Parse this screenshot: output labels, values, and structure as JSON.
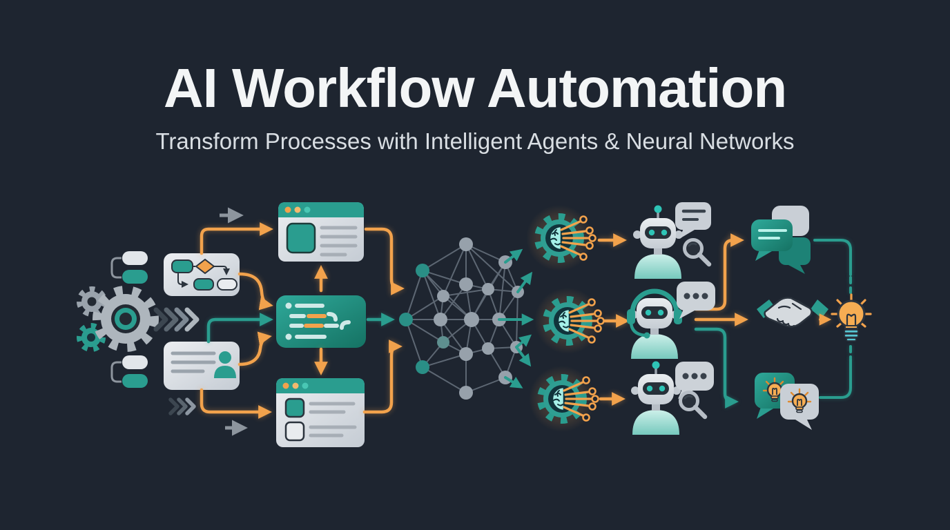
{
  "header": {
    "title": "AI Workflow Automation",
    "subtitle": "Transform Processes with Intelligent Agents & Neural Networks"
  },
  "colors": {
    "bg": "#1e2530",
    "teal": "#2a9d8f",
    "teal-dark": "#1d8276",
    "teal-light": "#a5efe7",
    "orange": "#f2a24c",
    "orange-deep": "#e08a2e",
    "card": "#d7dce1",
    "gray-arrow": "#8d959e",
    "node": "#97a1ab",
    "edge": "#68737f",
    "ink": "#2b333d",
    "text": "#f3f5f6",
    "subtext": "#d9dee3"
  },
  "diagram": {
    "flow_direction": "left-to-right",
    "stages": [
      {
        "name": "process-inputs",
        "icons": [
          "gear-cluster-icon",
          "task-list-icon",
          "flowchart-card-icon",
          "contact-card-icon",
          "chevron-flow-icon"
        ]
      },
      {
        "name": "apps-and-code",
        "icons": [
          "browser-window-icon",
          "code-editor-icon",
          "list-window-icon"
        ]
      },
      {
        "name": "neural-network",
        "icons": [
          "neural-network-icon"
        ],
        "node_count": 18
      },
      {
        "name": "ai-processing",
        "icons": [
          "brain-gear-icon",
          "brain-gear-icon",
          "brain-gear-icon"
        ]
      },
      {
        "name": "intelligent-agents",
        "icons": [
          "robot-icon",
          "speech-bubble-icon",
          "magnifier-icon",
          "robot-headset-icon",
          "robot-icon"
        ]
      },
      {
        "name": "outcomes",
        "icons": [
          "conversation-bubbles-icon",
          "handshake-icon",
          "lightbulb-icon",
          "idea-bubbles-icon"
        ]
      }
    ]
  }
}
